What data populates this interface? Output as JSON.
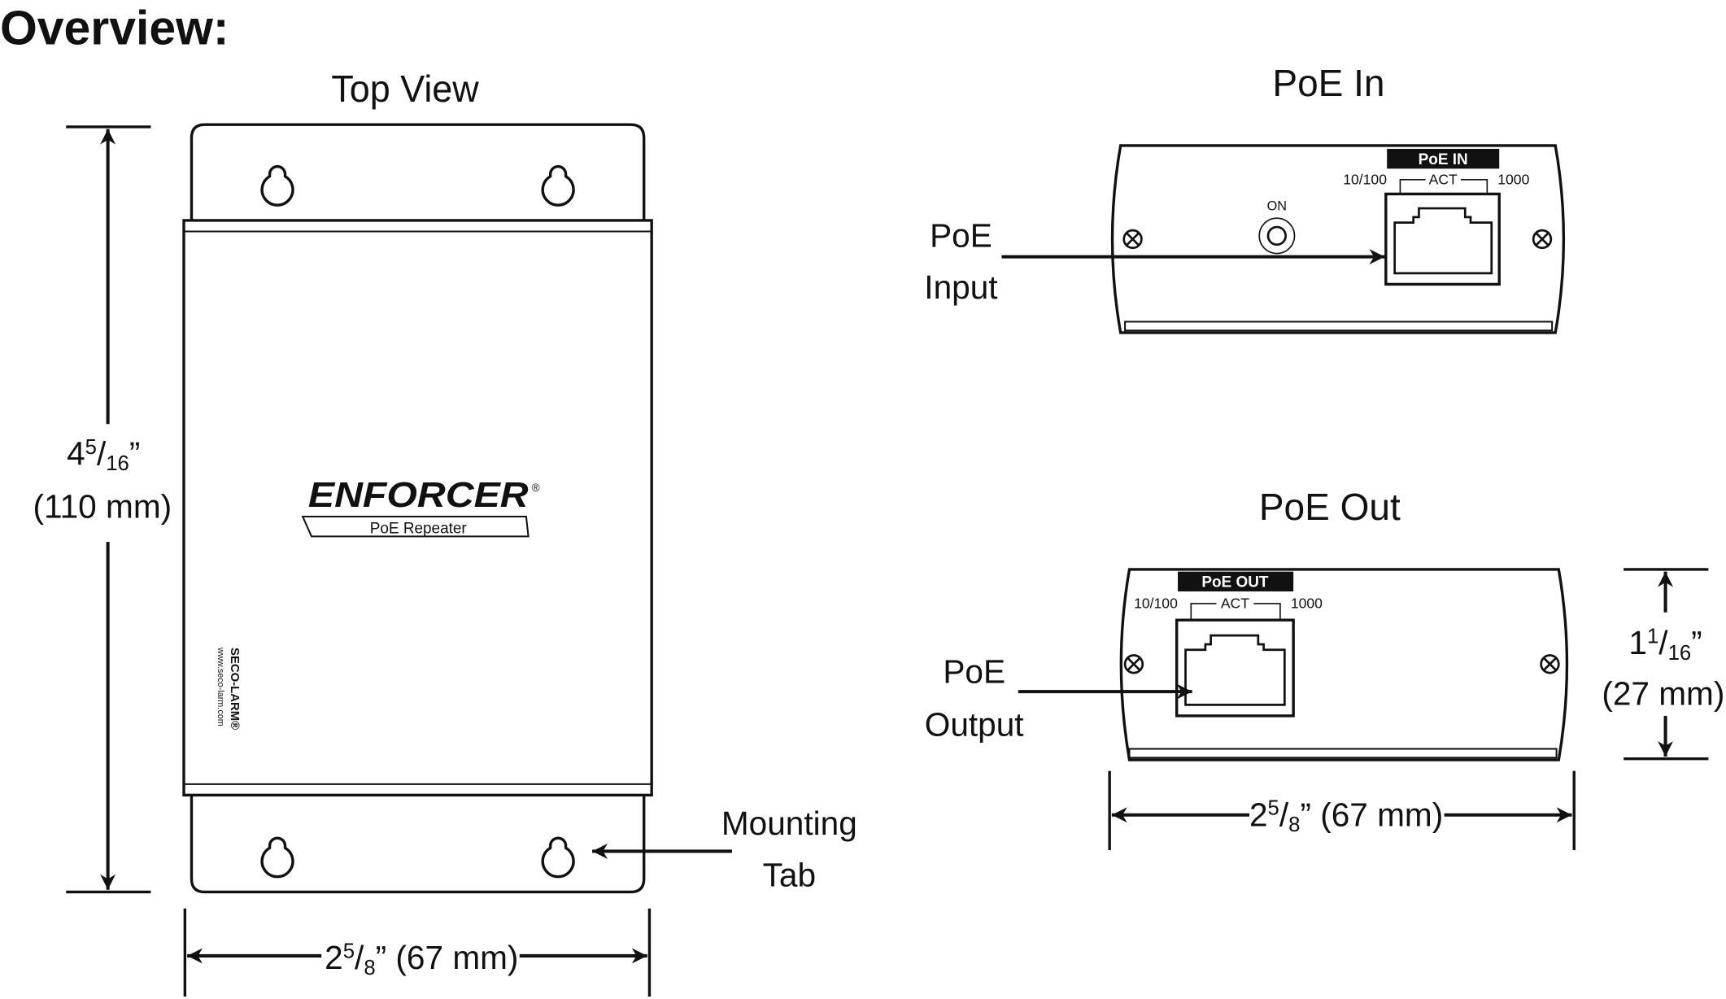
{
  "page_title": "Overview:",
  "top_view": {
    "title": "Top View",
    "brand": "ENFORCER",
    "registered_mark": "®",
    "product": "PoE Repeater",
    "maker": "SECO-LARM®",
    "website": "www.seco-larm.com",
    "height_dim": {
      "whole": "4",
      "num": "5",
      "den": "16",
      "inch": "”",
      "metric": "(110 mm)"
    },
    "width_dim": {
      "whole": "2",
      "num": "5",
      "den": "8",
      "inch": "”",
      "metric": "(67 mm)"
    },
    "callout_line1": "Mounting",
    "callout_line2": "Tab"
  },
  "poe_in": {
    "title": "PoE In",
    "port_label": "PoE IN",
    "led_left": "10/100",
    "led_mid": "ACT",
    "led_right": "1000",
    "on_label": "ON",
    "callout_line1": "PoE",
    "callout_line2": "Input"
  },
  "poe_out": {
    "title": "PoE Out",
    "port_label": "PoE OUT",
    "led_left": "10/100",
    "led_mid": "ACT",
    "led_right": "1000",
    "callout_line1": "PoE",
    "callout_line2": "Output",
    "height_dim": {
      "whole": "1",
      "num": "1",
      "den": "16",
      "inch": "”",
      "metric": "(27 mm)"
    },
    "width_dim": {
      "whole": "2",
      "num": "5",
      "den": "8",
      "inch": "”",
      "metric": "(67 mm)"
    }
  }
}
